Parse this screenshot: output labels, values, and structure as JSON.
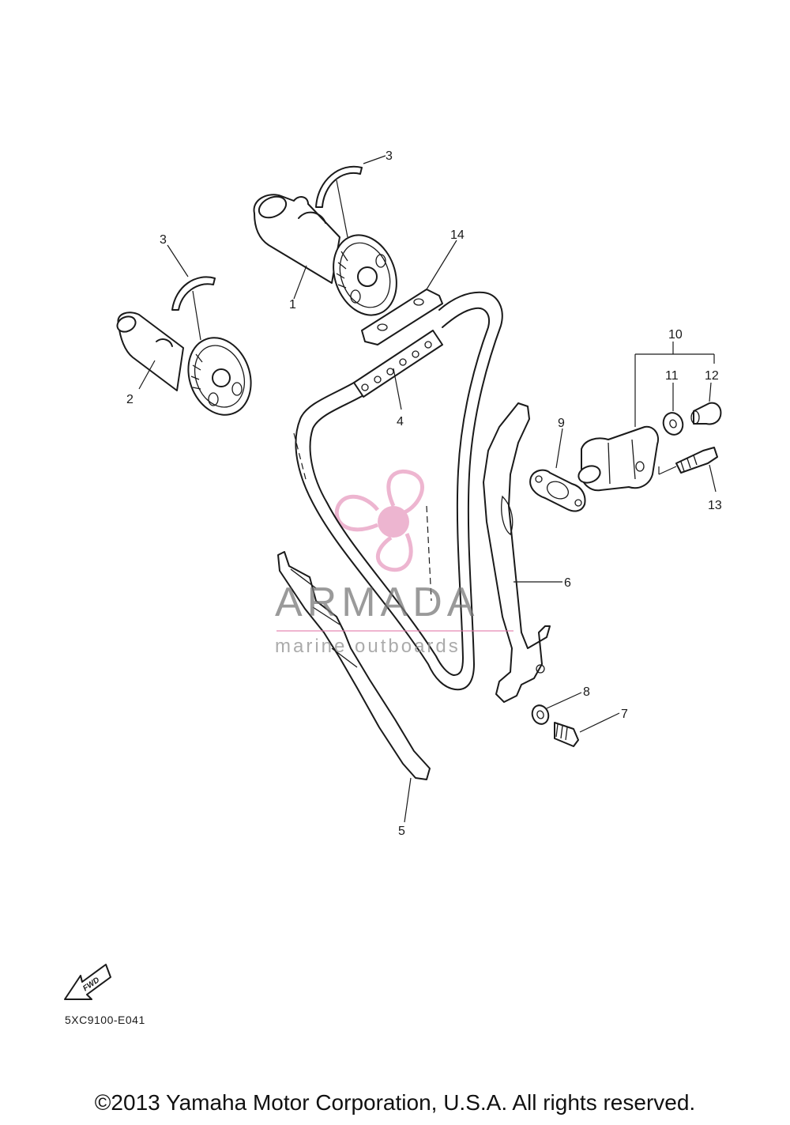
{
  "diagram": {
    "callouts": [
      "1",
      "2",
      "3",
      "3",
      "4",
      "5",
      "6",
      "7",
      "8",
      "9",
      "10",
      "11",
      "12",
      "13",
      "14"
    ],
    "fwd_label": "FWD",
    "code": "5XC9100-E041"
  },
  "watermark": {
    "brand": "ARMADA",
    "tagline": "marine outboards",
    "color": "#e07aaa"
  },
  "footer": {
    "copyright": "©2013 Yamaha Motor Corporation, U.S.A. All rights reserved."
  }
}
